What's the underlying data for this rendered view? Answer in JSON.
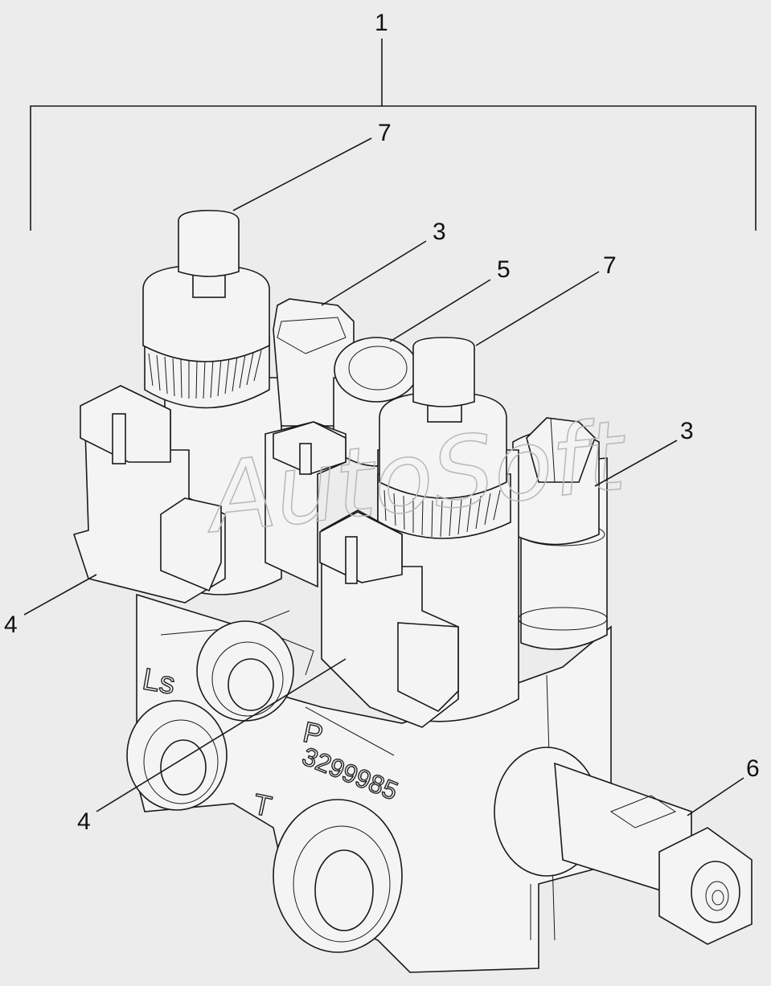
{
  "labels": {
    "assembly": "1",
    "connector_a": "3",
    "connector_b": "3",
    "connector_c": "4",
    "connector_d": "4",
    "valve_cap": "5",
    "plug": "6",
    "knob_a": "7",
    "knob_b": "7"
  },
  "markings": {
    "port_ls": "Ls",
    "port_p": "P",
    "port_t": "T",
    "part_number": "3299985"
  },
  "watermark": "AutoSoft",
  "colors": {
    "background": "#ececec",
    "line": "#1a1a1a",
    "body": "#f4f4f4"
  }
}
